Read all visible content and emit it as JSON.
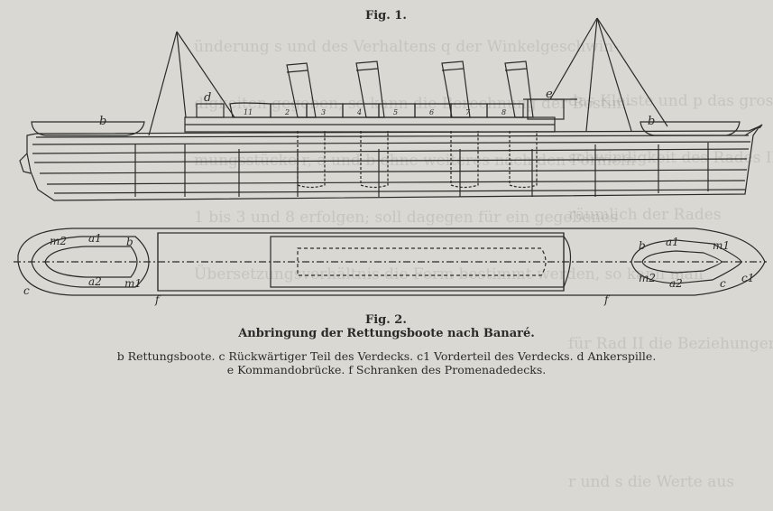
{
  "figure1_label": "Fig. 1.",
  "figure2_label": "Fig. 2.",
  "caption_title": "Anbringung der Rettungsboote nach Banaré.",
  "legend_line1": "b Rettungsboote.  c Rückwärtiger Teil des Verdecks.  c1 Vorderteil des Verdecks.  d Ankerspille.",
  "legend_line2": "e Kommandobrücke.  f Schranken des Promenadedecks.",
  "fig1_letters": {
    "b_left": "b",
    "d": "d",
    "e": "e",
    "b_right": "b"
  },
  "fig1_boat_numbers": [
    "11",
    "2",
    "3",
    "4",
    "5",
    "6",
    "7",
    "8"
  ],
  "fig2_letters": {
    "m2_left": "m2",
    "a1_left": "a1",
    "b_left": "b",
    "a2_left": "a2",
    "m1_left": "m1",
    "c_left": "c",
    "f_left": "f",
    "f_right": "f",
    "b_right": "b",
    "a1_right": "a1",
    "m1_right": "m1",
    "m2_right": "m2",
    "a2_right": "a2",
    "c_right": "c",
    "c1_right": "c1"
  },
  "ghost_text_left": [
    "ünderung s und des Verhaltens q der Winkelgeschwin-",
    "digkeiten gegeben, so kann die Berechnung der Bestim-",
    "mungsstücke r, a und b ohne weiteres nach den Formeln",
    "1 bis 3 und 8 erfolgen; soll dagegen für ein gegebenes",
    "Übersetzungsverhältnis die Form bestimmt werden, so kann man"
  ],
  "ghost_text_right": [
    "das Kleiste und p das gros",
    "schwindigkeit des Rades II",
    "räumlich der Rades",
    "für Rad II die Beziehungen",
    "r und s die Werte aus"
  ],
  "colors": {
    "ink": "#2a2a28",
    "paper": "#d9d8d2"
  }
}
